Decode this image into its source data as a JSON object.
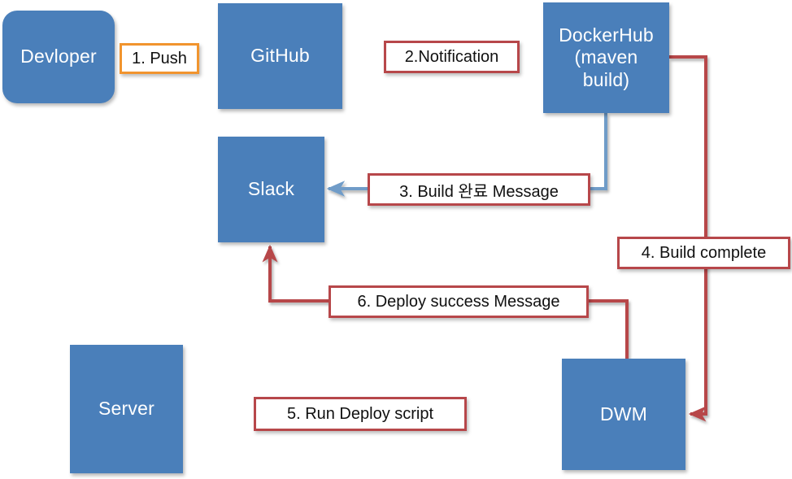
{
  "diagram": {
    "title": "CI/CD pipeline flow",
    "background": "#ffffff",
    "node_fill": "#4a7fba",
    "node_border": "#315c8c",
    "node_text_color": "#ffffff",
    "label_border_red": "#b7474a",
    "label_border_orange": "#f1942e",
    "arrow_blue": "#6f9cc8",
    "arrow_red": "#b7474a",
    "arrow_teal": "#3fb0c4",
    "arrow_purple": "#8064a2"
  },
  "nodes": {
    "developer": {
      "label": "Devloper",
      "shape": "rounded-rect"
    },
    "github": {
      "label": "GitHub",
      "shape": "rect"
    },
    "dockerhub": {
      "label": "DockerHub\n(maven\nbuild)",
      "line1": "DockerHub",
      "line2": "(maven",
      "line3": "build)",
      "shape": "rect"
    },
    "slack": {
      "label": "Slack",
      "shape": "rect"
    },
    "server": {
      "label": "Server",
      "shape": "rect"
    },
    "dwm": {
      "label": "DWM",
      "shape": "rect"
    }
  },
  "edge_labels": {
    "push": {
      "text": "1. Push",
      "border": "orange",
      "step": 1
    },
    "notification": {
      "text": "2.Notification",
      "border": "red",
      "step": 2
    },
    "build_complete_message": {
      "text": "3. Build 완료 Message",
      "border": "red",
      "step": 3
    },
    "build_complete": {
      "text": "4. Build complete",
      "border": "red",
      "step": 4
    },
    "run_deploy_script": {
      "text": "5.  Run Deploy script",
      "border": "red",
      "step": 5
    },
    "deploy_success_message": {
      "text": "6. Deploy success Message",
      "border": "red",
      "step": 6
    }
  },
  "edges": [
    {
      "name": "developer-to-github",
      "from": "developer",
      "to": "github",
      "color": "purple",
      "label": "push"
    },
    {
      "name": "github-to-dockerhub",
      "from": "github",
      "to": "dockerhub",
      "color": "blue",
      "label": "notification"
    },
    {
      "name": "dockerhub-to-slack",
      "from": "dockerhub",
      "to": "slack",
      "color": "blue",
      "label": "build_complete_message"
    },
    {
      "name": "dockerhub-to-dwm",
      "from": "dockerhub",
      "to": "dwm",
      "color": "red",
      "label": "build_complete"
    },
    {
      "name": "dwm-to-server",
      "from": "dwm",
      "to": "server",
      "color": "teal",
      "label": "run_deploy_script"
    },
    {
      "name": "dwm-to-slack",
      "from": "dwm",
      "to": "slack",
      "color": "red",
      "label": "deploy_success_message"
    }
  ]
}
